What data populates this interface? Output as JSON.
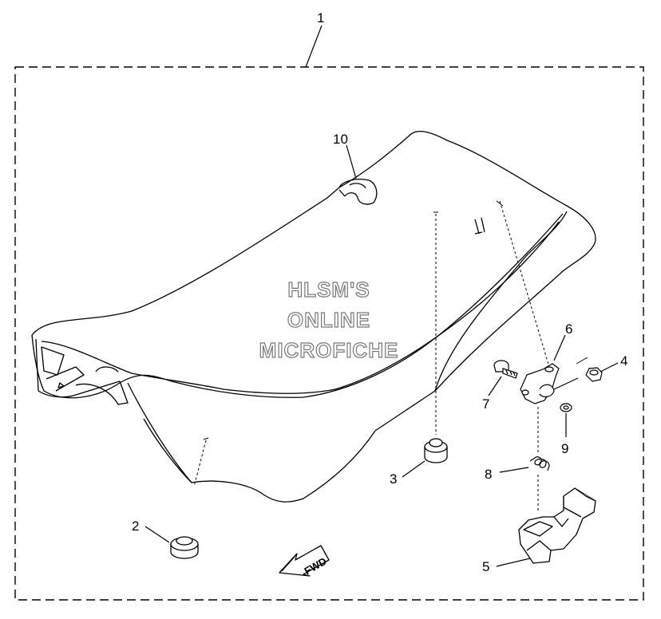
{
  "diagram": {
    "callouts": {
      "c1": "1",
      "c2": "2",
      "c3": "3",
      "c4": "4",
      "c5": "5",
      "c6": "6",
      "c7": "7",
      "c8": "8",
      "c9": "9",
      "c10": "10"
    },
    "watermark": {
      "line1": "HLSM'S",
      "line2": "ONLINE",
      "line3": "MICROFICHE"
    },
    "direction_arrow": "FWD"
  }
}
